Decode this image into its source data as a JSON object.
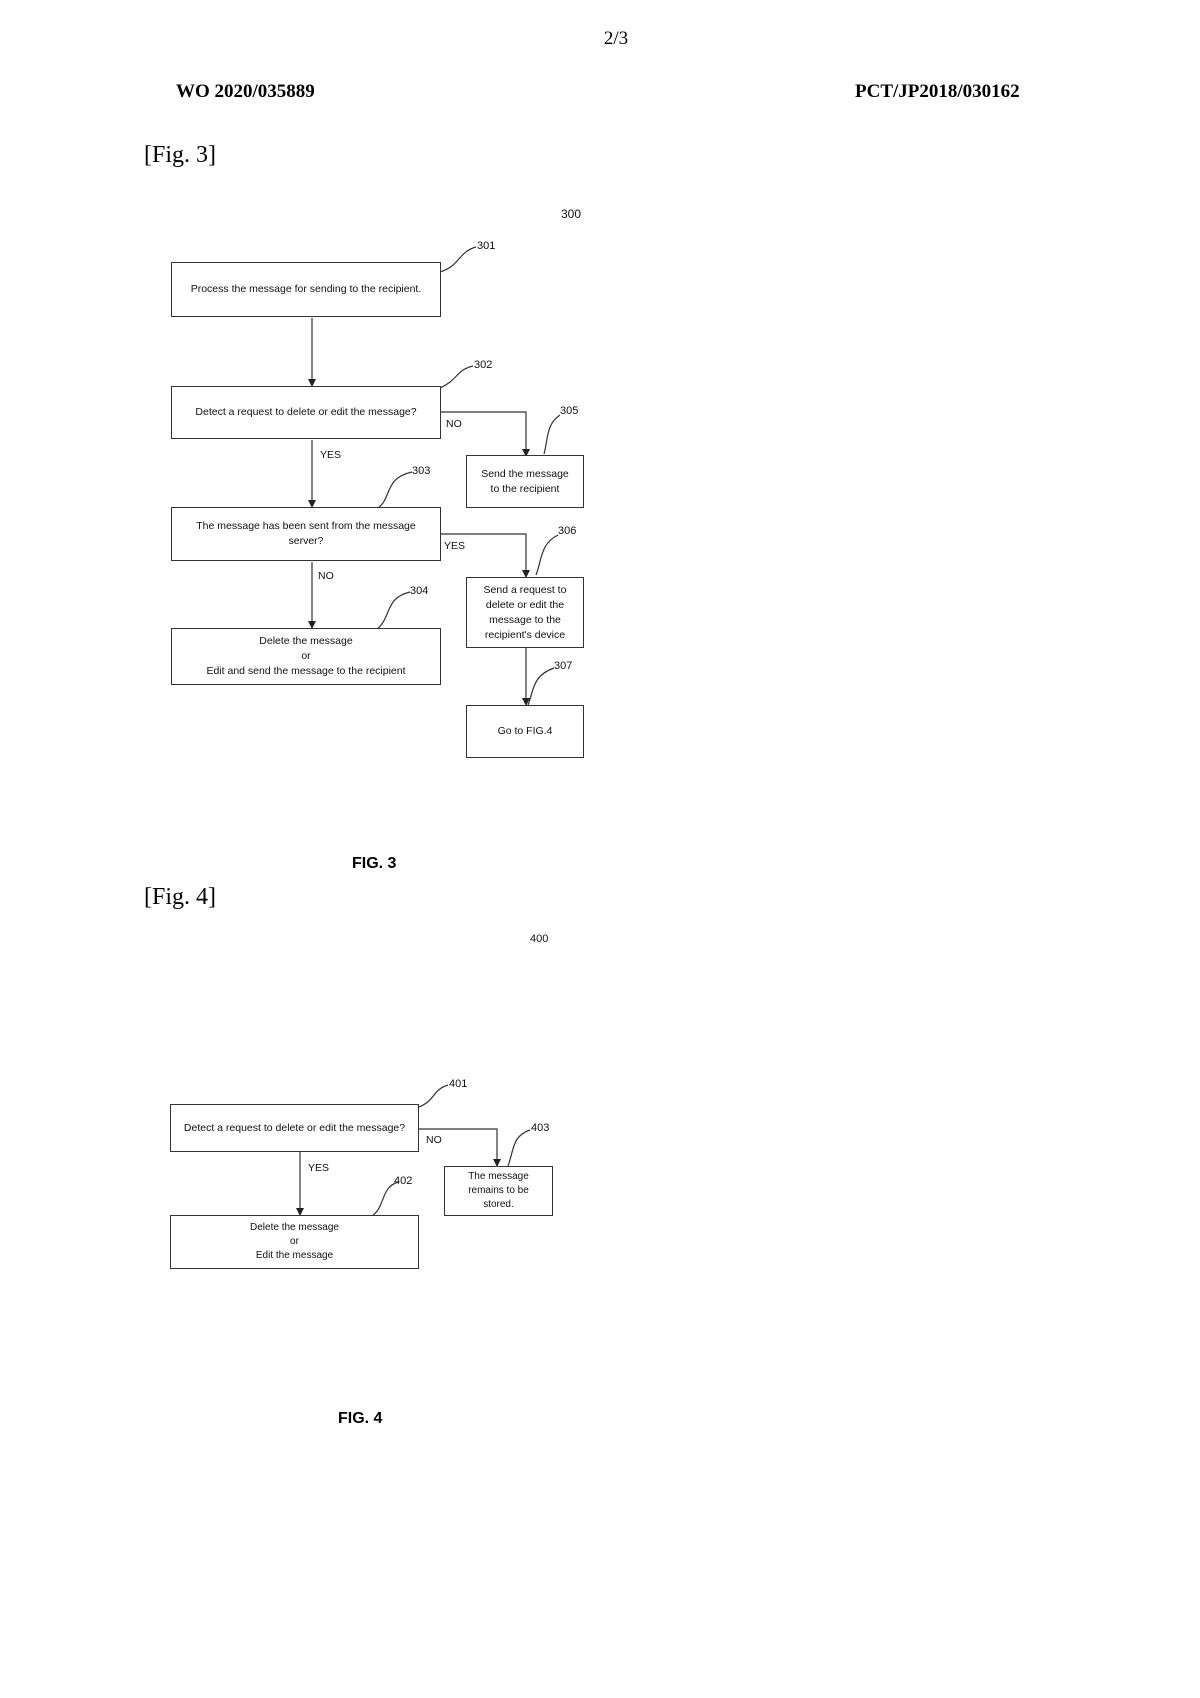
{
  "header": {
    "page_number": "2/3",
    "publication_number": "WO 2020/035889",
    "application_number": "PCT/JP2018/030162"
  },
  "fig3": {
    "label": "[Fig. 3]",
    "ref": "300",
    "caption": "FIG. 3",
    "nodes": [
      {
        "id": "301",
        "text": "Process the message for sending to the recipient."
      },
      {
        "id": "302",
        "text": "Detect a request to delete or edit the message?"
      },
      {
        "id": "303",
        "text": "The message has been sent from the message\nserver?"
      },
      {
        "id": "304",
        "text": "Delete the message\nor\nEdit and send the message to the recipient"
      },
      {
        "id": "305",
        "text": "Send the message\nto the recipient"
      },
      {
        "id": "306",
        "text": "Send a request to\ndelete or edit the\nmessage to the\nrecipient's device"
      },
      {
        "id": "307",
        "text": "Go to FIG.4"
      }
    ],
    "edges": [
      {
        "from": "302",
        "to": "305",
        "label": "NO"
      },
      {
        "from": "302",
        "to": "303",
        "label": "YES"
      },
      {
        "from": "303",
        "to": "306",
        "label": "YES"
      },
      {
        "from": "303",
        "to": "304",
        "label": "NO"
      }
    ]
  },
  "fig4": {
    "label": "[Fig. 4]",
    "ref": "400",
    "caption": "FIG. 4",
    "nodes": [
      {
        "id": "401",
        "text": "Detect a request to delete or edit the message?"
      },
      {
        "id": "402",
        "text": "Delete the message\nor\nEdit the message"
      },
      {
        "id": "403",
        "text": "The message\nremains to be\nstored."
      }
    ],
    "edges": [
      {
        "from": "401",
        "to": "403",
        "label": "NO"
      },
      {
        "from": "401",
        "to": "402",
        "label": "YES"
      }
    ]
  }
}
